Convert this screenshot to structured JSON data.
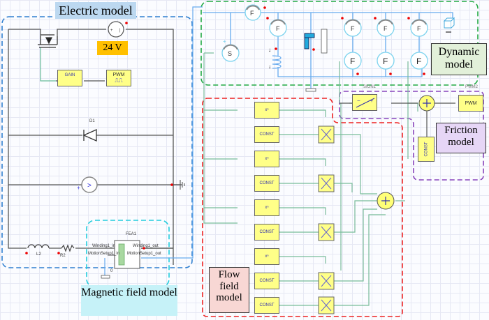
{
  "regions": {
    "electric": {
      "label": "Electric model",
      "color": "#2f7fd0",
      "label_bg": "#bcd8f0"
    },
    "dynamic": {
      "label": "Dynamic model",
      "color": "#22aa44",
      "label_bg": "#e2f0d9"
    },
    "flow": {
      "label": "Flow field model",
      "color": "#ee2222",
      "label_bg": "#f8d7d4"
    },
    "friction": {
      "label": "Friction model",
      "color": "#8844bb",
      "label_bg": "#e6d6f6"
    },
    "magnetic": {
      "label": "Magnetic field model",
      "color": "#22ccdd",
      "label_bg": "#c6f2f8"
    }
  },
  "electric": {
    "voltage_badge": "24 V",
    "gain_label": "GAIN",
    "pwm_label": "PWM",
    "diode_label": "D1",
    "inductor_label": "L2",
    "resistor_label": "R2"
  },
  "fea": {
    "name": "FEA1",
    "port_winding_in": "Winding1_in",
    "port_winding_out": "Winding1_out",
    "port_motion_in": "MotionSetup1_in",
    "port_motion_out": "MotionSetup1_out",
    "ground_label": "0"
  },
  "dynamic": {
    "force_source_label": "F",
    "speed_source_label": "S",
    "force_sensor_label": "F"
  },
  "friction": {
    "sign_name": "SIGN1",
    "pwm_name": "PWM2",
    "pwm_label": "PWM",
    "const_label": "CONST"
  },
  "flow": {
    "power_label": "xⁿ",
    "const_label": "CONST"
  },
  "colors": {
    "wire_electric": "#555555",
    "wire_mechanical": "#66aaee",
    "wire_signal": "#77bb99",
    "pin_dot": "#ee0000",
    "block_fill": "#ffff88"
  }
}
